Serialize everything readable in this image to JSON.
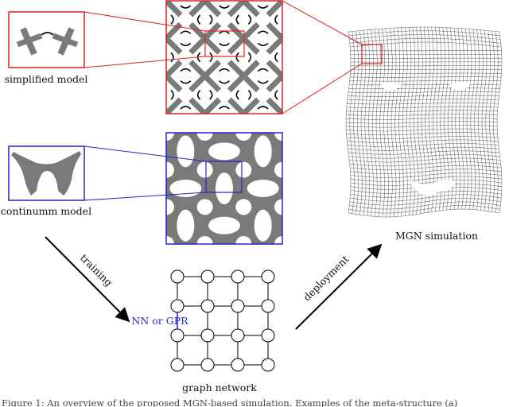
{
  "labels": {
    "simplified_model": "simplified model",
    "continuum_model": "continumm model",
    "mgn_simulation": "MGN simulation",
    "training": "training",
    "deployment": "deployment",
    "nn_or_gpr": "NN or GPR",
    "graph_network": "graph network"
  },
  "caption": "Figure 1: An overview of the proposed MGN-based simulation. Examples of the meta-structure (a)",
  "colors": {
    "simplified": "#e02020",
    "continuum": "#2323c8",
    "material": "#7a7a7a",
    "hinge": "#000000",
    "mesh": "#6a6a6a",
    "edge_highlight": "#2a2ad0"
  }
}
